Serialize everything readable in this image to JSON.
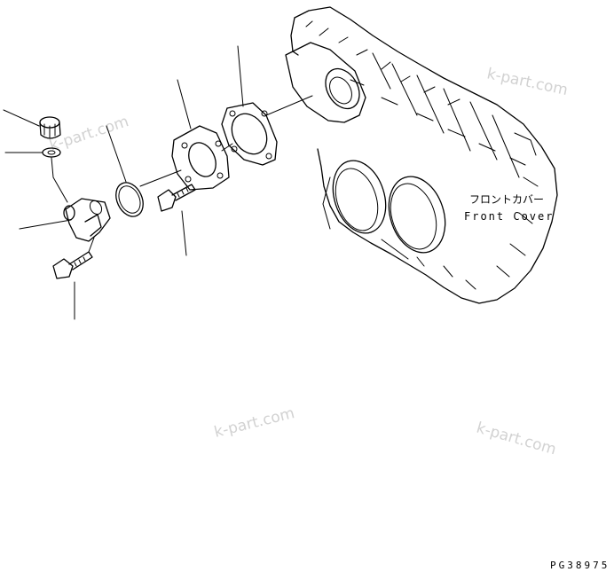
{
  "labels": {
    "front_cover_jp": "フロントカバー",
    "front_cover_en": "Front Cover",
    "figure_code": "PG38975"
  },
  "watermarks": [
    "k-part.com",
    "k-part.com",
    "k-part.com",
    "k-part.com"
  ]
}
